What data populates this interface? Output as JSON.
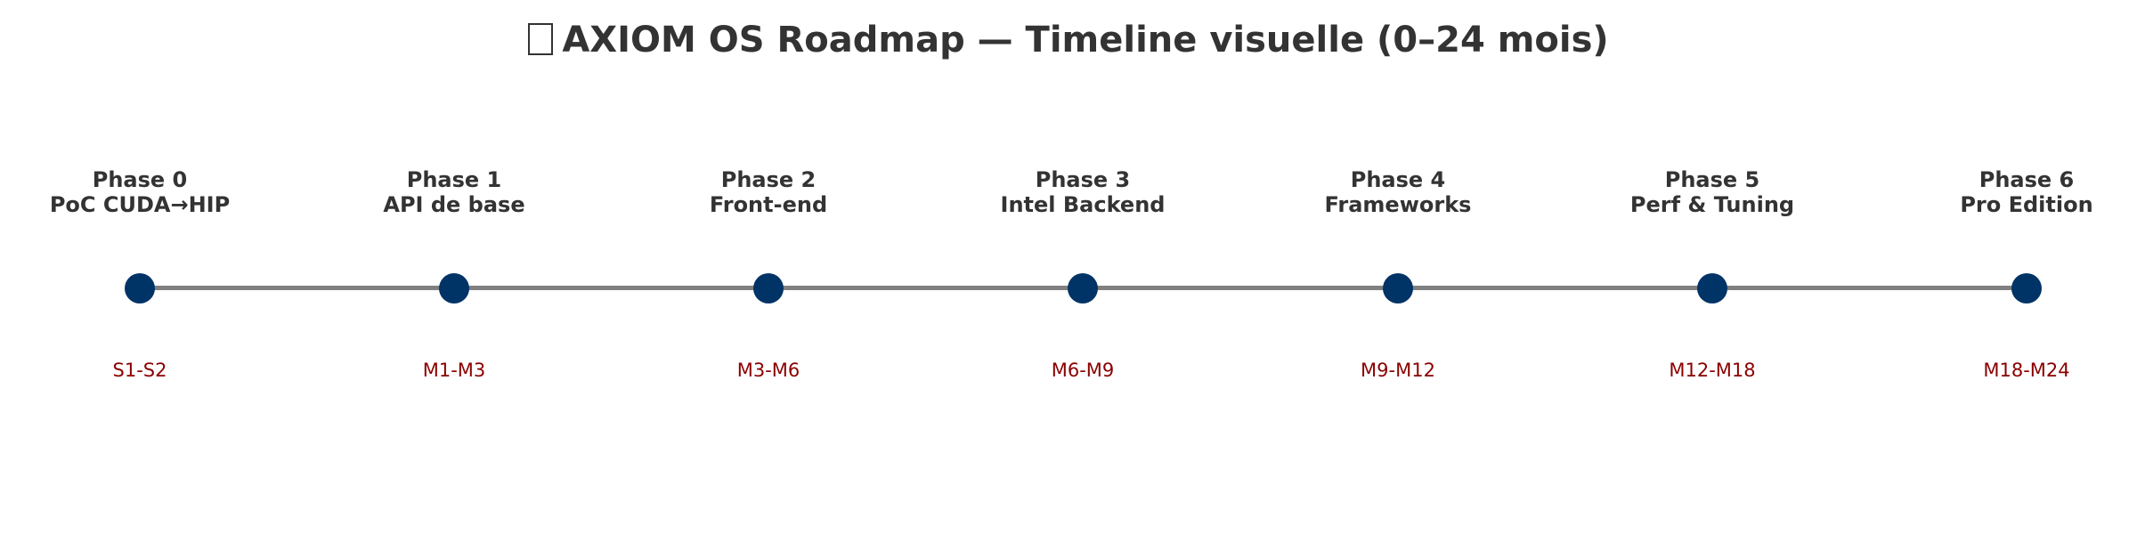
{
  "title": "AXIOM OS Roadmap — Timeline visuelle (0–24 mois)",
  "colors": {
    "dot": "#003366",
    "line": "#808080",
    "period_text": "#8b0000",
    "title_text": "#333333"
  },
  "phases": [
    {
      "title": "Phase 0",
      "subtitle": "PoC CUDA→HIP",
      "period": "S1-S2"
    },
    {
      "title": "Phase 1",
      "subtitle": "API de base",
      "period": "M1-M3"
    },
    {
      "title": "Phase 2",
      "subtitle": "Front-end",
      "period": "M3-M6"
    },
    {
      "title": "Phase 3",
      "subtitle": "Intel Backend",
      "period": "M6-M9"
    },
    {
      "title": "Phase 4",
      "subtitle": "Frameworks",
      "period": "M9-M12"
    },
    {
      "title": "Phase 5",
      "subtitle": "Perf & Tuning",
      "period": "M12-M18"
    },
    {
      "title": "Phase 6",
      "subtitle": "Pro Edition",
      "period": "M18-M24"
    }
  ]
}
